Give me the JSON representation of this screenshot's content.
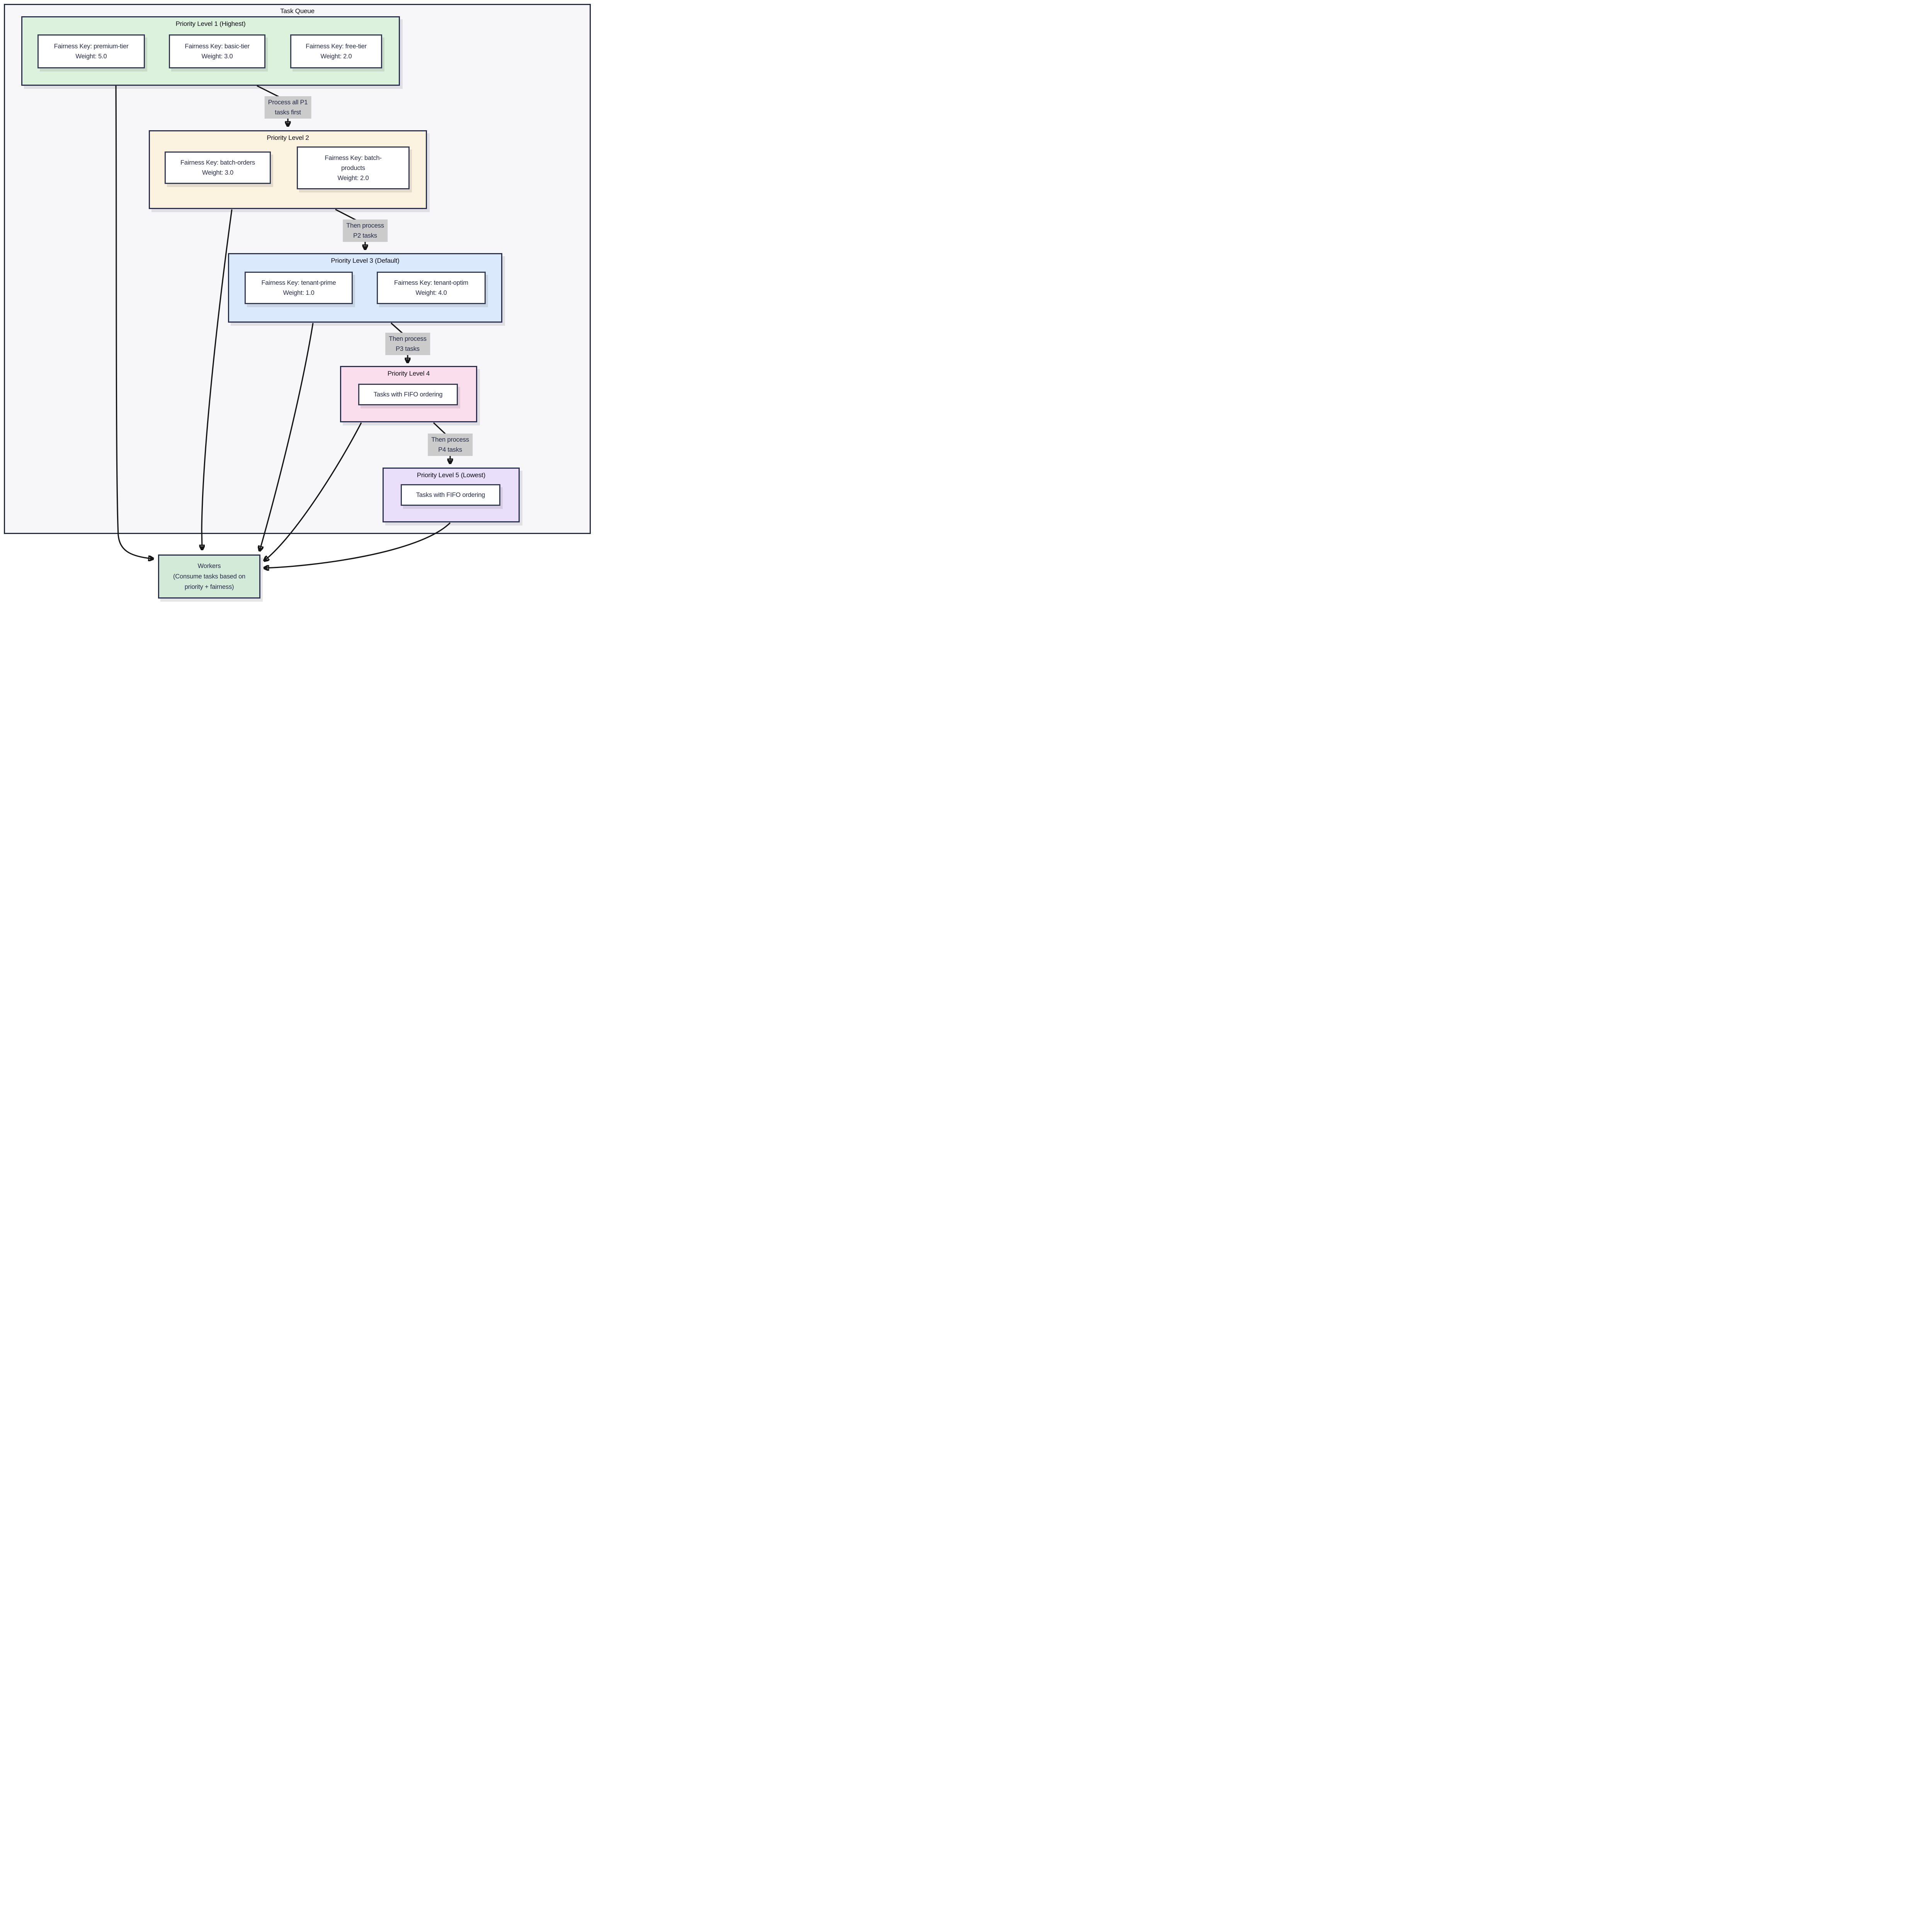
{
  "diagram": {
    "container": {
      "title": "Task Queue",
      "fill": "#f7f7fa",
      "border_color": "#272b42"
    },
    "groups": [
      {
        "title": "Priority Level 1 (Highest)",
        "fill": "#ddf2dd",
        "nodes": [
          "Fairness Key: premium-tier\nWeight: 5.0",
          "Fairness Key: basic-tier\nWeight: 3.0",
          "Fairness Key: free-tier\nWeight: 2.0"
        ]
      },
      {
        "title": "Priority Level 2",
        "fill": "#fcf2e0",
        "nodes": [
          "Fairness Key: batch-orders\nWeight: 3.0",
          "Fairness Key: batch-\nproducts\nWeight: 2.0"
        ]
      },
      {
        "title": "Priority Level 3 (Default)",
        "fill": "#daeafc",
        "nodes": [
          "Fairness Key: tenant-prime\nWeight: 1.0",
          "Fairness Key: tenant-optim\nWeight: 4.0"
        ]
      },
      {
        "title": "Priority Level 4",
        "fill": "#fbdeee",
        "nodes": [
          "Tasks with FIFO ordering"
        ]
      },
      {
        "title": "Priority Level 5 (Lowest)",
        "fill": "#eadffb",
        "nodes": [
          "Tasks with FIFO ordering"
        ]
      }
    ],
    "edge_labels": [
      "Process all P1\ntasks first",
      "Then process\nP2 tasks",
      "Then process\nP3 tasks",
      "Then process\nP4 tasks"
    ],
    "workers": {
      "label": "Workers\n(Consume tasks based on\npriority + fairness)",
      "fill": "#d3ead9"
    },
    "colors": {
      "arrow": "#141414",
      "edge_label_bg": "#cbcbcb",
      "node_text": "#282b49",
      "node_border": "#353b52",
      "group_border": "#2b3050"
    }
  }
}
